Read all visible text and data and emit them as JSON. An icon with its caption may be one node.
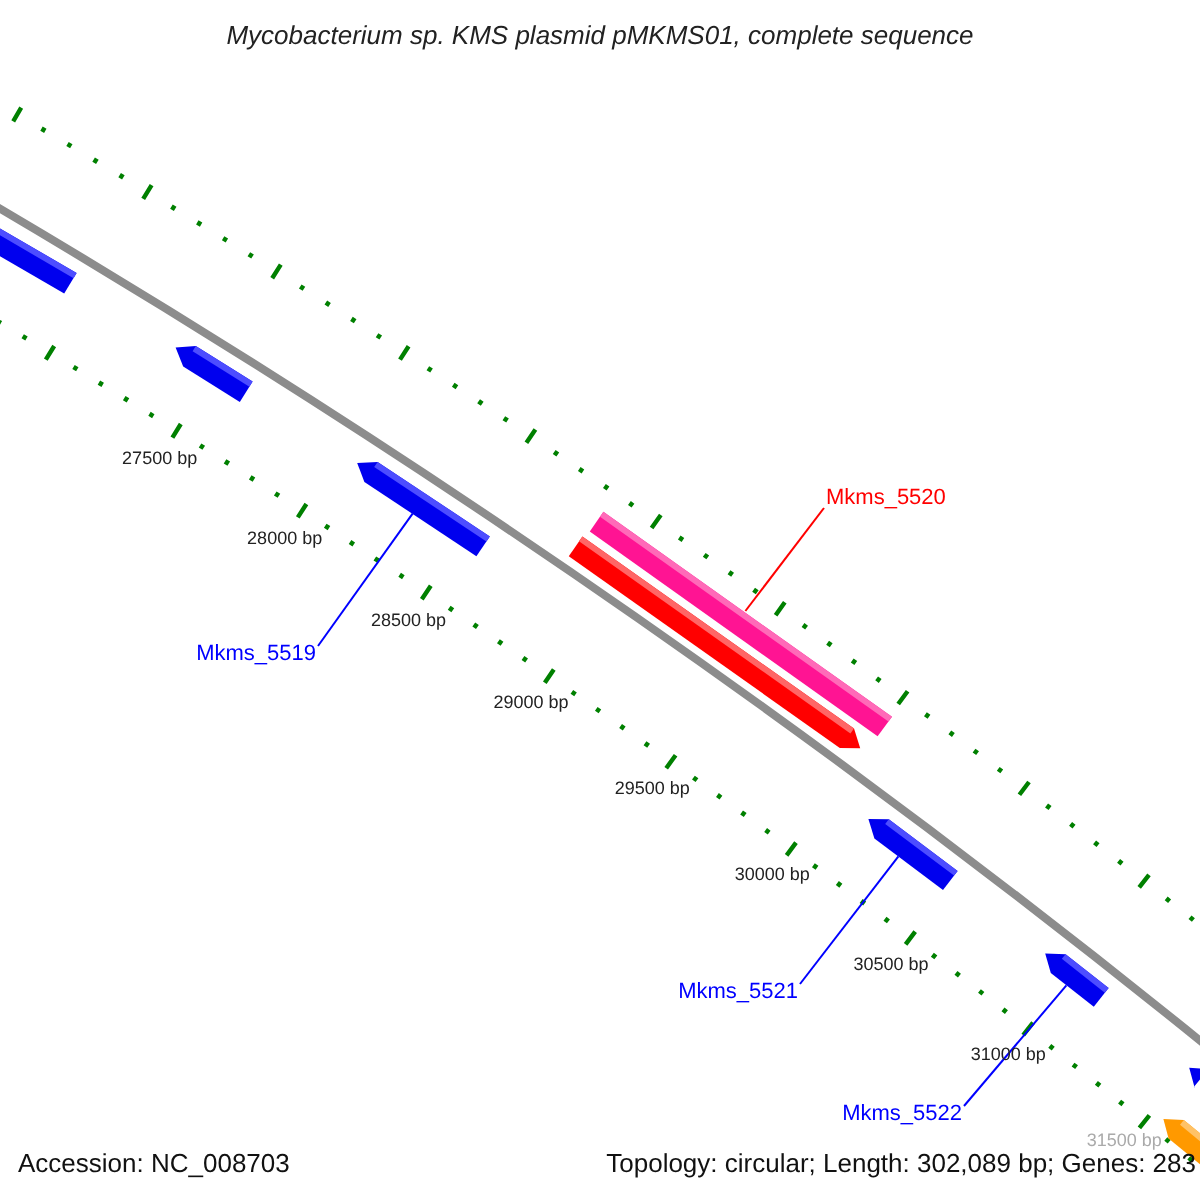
{
  "diagram": {
    "title": "Mycobacterium sp. KMS plasmid pMKMS01, complete sequence",
    "nodes": [
      {
        "text": [],
        "shape": "arrow"
      },
      {
        "text": [],
        "shape": "arrow"
      },
      {
        "text": [],
        "shape": "arrow"
      },
      {
        "text": [
          "Mkms_5519"
        ]
      },
      {
        "text": [],
        "shape": "arrow"
      },
      {
        "text": [],
        "shape": "bar"
      },
      {
        "text": [
          "Mkms_5520"
        ]
      },
      {
        "text": [],
        "shape": "arrow"
      },
      {
        "text": [
          "Mkms_5521"
        ]
      },
      {
        "text": [],
        "shape": "arrow"
      },
      {
        "text": [
          "Mkms_5522"
        ]
      },
      {
        "text": [],
        "shape": "arrow"
      },
      {
        "text": [],
        "shape": "arrow"
      }
    ],
    "edges": [
      {
        "from": 3,
        "to": 2,
        "arrow": "none"
      },
      {
        "from": 6,
        "to": 5,
        "arrow": "none",
        "color": "#ff0000"
      },
      {
        "from": 8,
        "to": 7,
        "arrow": "none"
      },
      {
        "from": 10,
        "to": 9,
        "arrow": "none"
      }
    ],
    "labels": [
      "27500 bp",
      "28000 bp",
      "28500 bp",
      "29000 bp",
      "29500 bp",
      "30000 bp",
      "30500 bp",
      "31000 bp",
      "31500 bp",
      "Accession: NC_008703",
      "Topology: circular; Length: 302,089 bp; Genes: 283"
    ]
  }
}
